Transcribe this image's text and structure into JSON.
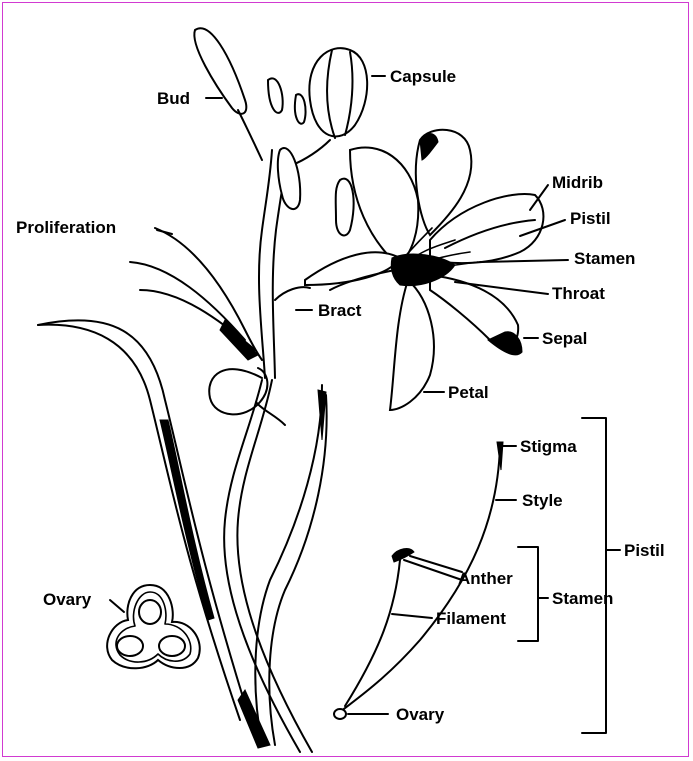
{
  "colors": {
    "frame_border": "#d13ad1",
    "ink": "#000000",
    "background": "#ffffff"
  },
  "labels": {
    "bud": "Bud",
    "capsule": "Capsule",
    "proliferation": "Proliferation",
    "bract": "Bract",
    "midrib": "Midrib",
    "pistil": "Pistil",
    "stamen": "Stamen",
    "throat": "Throat",
    "sepal": "Sepal",
    "petal": "Petal",
    "ovary_left": "Ovary",
    "stigma": "Stigma",
    "style": "Style",
    "anther": "Anther",
    "filament": "Filament",
    "stamen_group": "Stamen",
    "pistil_group": "Pistil",
    "ovary_bottom": "Ovary"
  }
}
